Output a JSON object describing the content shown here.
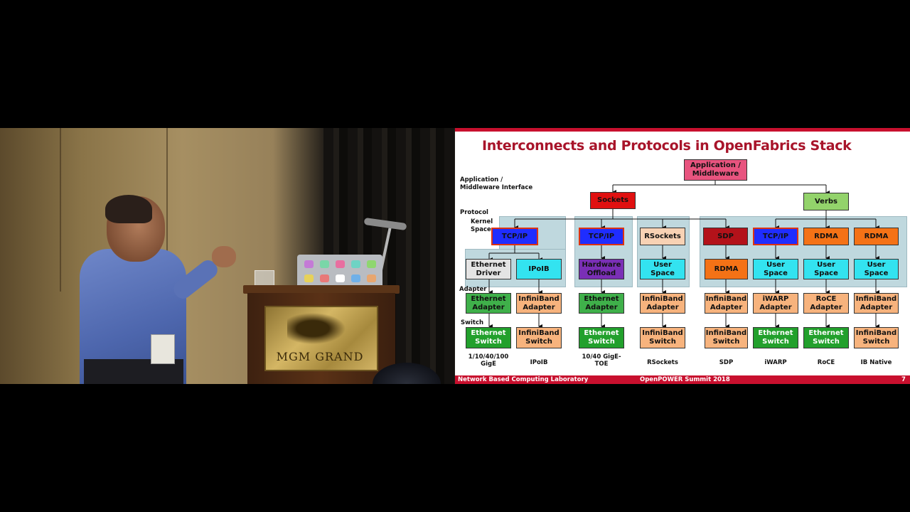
{
  "video": {
    "podium_sign": "MGM GRAND"
  },
  "slide": {
    "title": "Interconnects and Protocols in OpenFabrics Stack",
    "labels": {
      "app_interface": "Application /\nMiddleware Interface",
      "protocol": "Protocol",
      "kernel_space": "Kernel\nSpace",
      "adapter": "Adapter",
      "switch": "Switch"
    },
    "boxes": {
      "app": "Application /\nMiddleware",
      "sockets": "Sockets",
      "verbs": "Verbs",
      "tcpip_1": "TCP/IP",
      "tcpip_2": "TCP/IP",
      "rsockets": "RSockets",
      "sdp": "SDP",
      "tcpip_3": "TCP/IP",
      "rdma_1": "RDMA",
      "rdma_2": "RDMA",
      "eth_driver": "Ethernet\nDriver",
      "ipoib": "IPoIB",
      "hw_offload": "Hardware\nOffload",
      "user_space_1": "User\nSpace",
      "rdma_sdp": "RDMA",
      "user_space_2": "User\nSpace",
      "user_space_3": "User\nSpace",
      "user_space_4": "User\nSpace",
      "eth_adapter_1": "Ethernet\nAdapter",
      "ib_adapter_1": "InfiniBand\nAdapter",
      "eth_adapter_2": "Ethernet\nAdapter",
      "ib_adapter_2": "InfiniBand\nAdapter",
      "ib_adapter_3": "InfiniBand\nAdapter",
      "iwarp_adapter": "iWARP\nAdapter",
      "roce_adapter": "RoCE\nAdapter",
      "ib_adapter_4": "InfiniBand\nAdapter",
      "eth_switch_1": "Ethernet\nSwitch",
      "ib_switch_1": "InfiniBand\nSwitch",
      "eth_switch_2": "Ethernet\nSwitch",
      "ib_switch_2": "InfiniBand\nSwitch",
      "ib_switch_3": "InfiniBand\nSwitch",
      "eth_switch_3": "Ethernet\nSwitch",
      "eth_switch_4": "Ethernet\nSwitch",
      "ib_switch_4": "InfiniBand\nSwitch"
    },
    "footers": {
      "f1": "1/10/40/100\nGigE",
      "f2": "IPoIB",
      "f3": "10/40 GigE-\nTOE",
      "f4": "RSockets",
      "f5": "SDP",
      "f6": "iWARP",
      "f7": "RoCE",
      "f8": "IB Native"
    },
    "bottom_bar": {
      "left": "Network Based Computing Laboratory",
      "center": "OpenPOWER Summit 2018",
      "page": "7"
    }
  },
  "colors": {
    "brand_red": "#c8102e",
    "title_red": "#a8142a",
    "pink": "#e8547f",
    "red": "#e01010",
    "dark_red": "#b3121a",
    "green": "#93d36b",
    "blue": "#1f2dff",
    "peach": "#f8d2b4",
    "orange": "#f47216",
    "light_gray": "#e4e4e4",
    "cyan": "#33e3f0",
    "purple": "#7a2fb6",
    "eth_green": "#3fb04a",
    "ib_orange": "#f7b37d",
    "panel": "#bfd8de"
  }
}
